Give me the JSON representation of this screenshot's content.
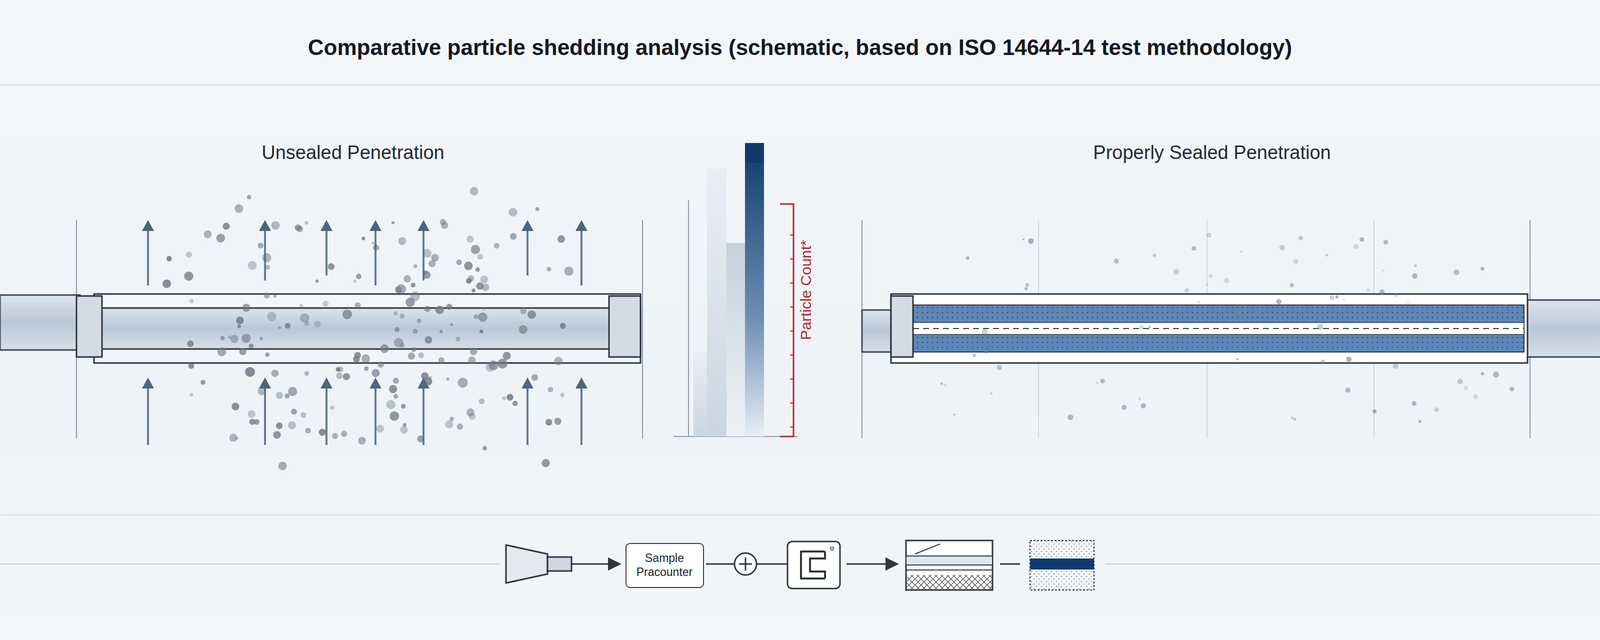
{
  "diagram": {
    "title": "Comparative particle shedding analysis (schematic, based on ISO 14644-14 test methodology)",
    "nodes": [
      {
        "text": [
          "Sample Pracounter"
        ]
      }
    ],
    "labels": [
      "Unsealed Penetration",
      "Particle Count*",
      "Properly Sealed Penetration"
    ]
  }
}
